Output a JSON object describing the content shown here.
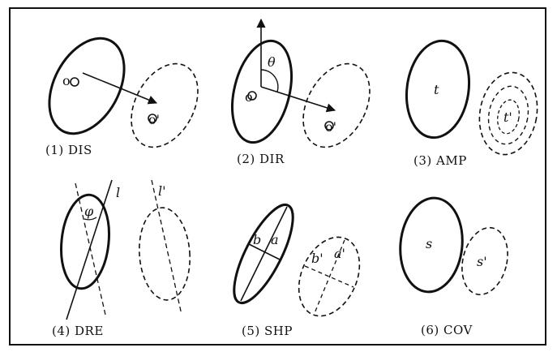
{
  "panels": [
    {
      "caption": "(1) DIS",
      "labels": {
        "o": "o",
        "o_prime": "o'"
      }
    },
    {
      "caption": "(2) DIR",
      "labels": {
        "o": "o",
        "o_prime": "o'",
        "theta": "θ"
      }
    },
    {
      "caption": "(3) AMP",
      "labels": {
        "t": "t",
        "t_prime": "t'"
      }
    },
    {
      "caption": "(4) DRE",
      "labels": {
        "l": "l",
        "l_prime": "l'",
        "phi": "φ"
      }
    },
    {
      "caption": "(5) SHP",
      "labels": {
        "b": "b",
        "a": "a",
        "b_prime": "b'",
        "a_prime": "a'"
      }
    },
    {
      "caption": "(6) COV",
      "labels": {
        "s": "s",
        "s_prime": "s'"
      }
    }
  ],
  "colors": {
    "ink": "#111111",
    "background": "#ffffff"
  }
}
